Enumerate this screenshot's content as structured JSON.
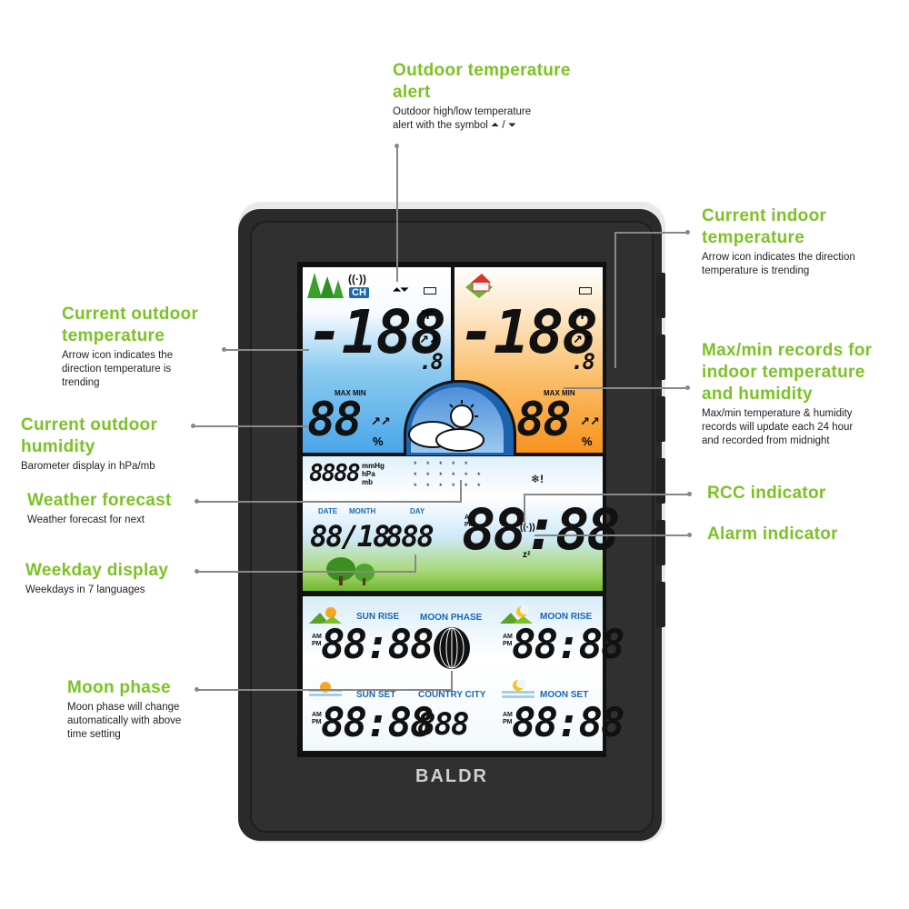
{
  "callouts": {
    "outdoor_alert": {
      "title_1": "Outdoor temperature",
      "title_2": "alert",
      "desc_1": "Outdoor high/low temperature",
      "desc_2": "alert with the symbol ⏶ / ⏷"
    },
    "indoor_temp": {
      "title_1": "Current indoor",
      "title_2": "temperature",
      "desc_1": "Arrow icon indicates the direction",
      "desc_2": "temperature is trending"
    },
    "outdoor_temp": {
      "title_1": "Current outdoor",
      "title_2": "temperature",
      "desc_1": "Arrow icon indicates the",
      "desc_2": "direction temperature is",
      "desc_3": "trending"
    },
    "maxmin_indoor": {
      "title_1": "Max/min records for",
      "title_2": "indoor temperature",
      "title_3": "and humidity",
      "desc_1": "Max/min temperature & humidity",
      "desc_2": "records will update each 24 hour",
      "desc_3": "and recorded from midnight"
    },
    "outdoor_humidity": {
      "title_1": "Current outdoor",
      "title_2": "humidity",
      "desc_1": "Barometer display in hPa/mb"
    },
    "rcc": {
      "title": "RCC indicator"
    },
    "forecast": {
      "title": "Weather forecast",
      "desc_1": "Weather forecast for next"
    },
    "alarm": {
      "title": "Alarm indicator"
    },
    "weekday": {
      "title": "Weekday display",
      "desc_1": "Weekdays in 7 languages"
    },
    "moon_phase": {
      "title": "Moon phase",
      "desc_1": "Moon phase will change",
      "desc_2": "automatically with above",
      "desc_3": "time setting"
    }
  },
  "lcd": {
    "channel": "CH",
    "outdoor_temp": "-188",
    "outdoor_temp_dec": ".8",
    "temp_unit": "°F",
    "indoor_temp": "-188",
    "indoor_temp_dec": ".8",
    "max_min": "MAX MIN",
    "outdoor_humidity": "88",
    "indoor_humidity": "88",
    "humidity_unit": "%",
    "pressure": "8888",
    "pressure_units": [
      "mmHg",
      "hPa",
      "mb"
    ],
    "date_label": "DATE",
    "month_label": "MONTH",
    "day_label": "DAY",
    "date_value": "88/18",
    "weekday_value": "888",
    "time_main": "88:88",
    "am": "AM",
    "pm": "PM",
    "sun_rise": "SUN RISE",
    "moon_phase": "MOON PHASE",
    "moon_rise": "MOON RISE",
    "sun_set": "SUN SET",
    "country_city": "COUNTRY CITY",
    "moon_set": "MOON SET",
    "time_small": "88:88",
    "city_value": "888",
    "brand": "BALDR",
    "trend_arrows": "↗↗"
  },
  "colors": {
    "accent": "#7cc226",
    "lcd_blue": "#1a67b3",
    "bezel": "#2a2a2a"
  }
}
